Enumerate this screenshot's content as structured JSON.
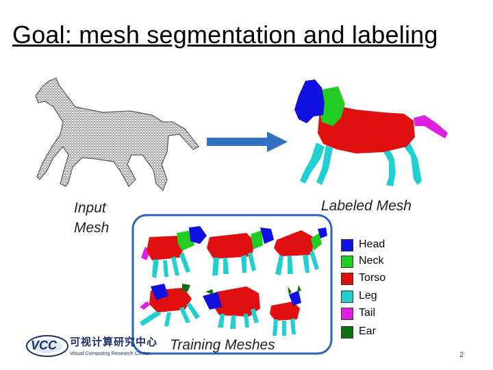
{
  "slide": {
    "title": "Goal: mesh segmentation and labeling",
    "input_label": "Input\nMesh",
    "labeled_label": "Labeled Mesh",
    "training_label": "Training  Meshes",
    "page_number": "2"
  },
  "legend": {
    "items": [
      {
        "label": "Head",
        "color": "#1010e0"
      },
      {
        "label": "Neck",
        "color": "#22cc22"
      },
      {
        "label": "Torso",
        "color": "#e01010"
      },
      {
        "label": "Leg",
        "color": "#20d0d0"
      },
      {
        "label": "Tail",
        "color": "#e020e0"
      },
      {
        "label": "Ear",
        "color": "#107010"
      }
    ]
  },
  "logo": {
    "mark_text": "VCC",
    "chinese": "可视计算研究中心",
    "english": "Visual Computing Research Center"
  },
  "colors": {
    "arrow": "#2f6fc4",
    "frame": "#2a62b8",
    "mesh": "#777777"
  }
}
